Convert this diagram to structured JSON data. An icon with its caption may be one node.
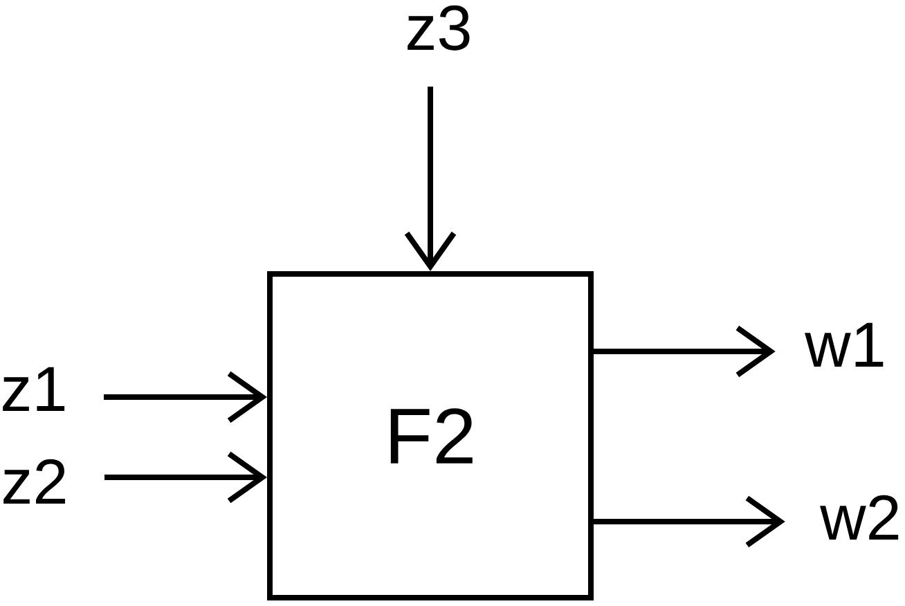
{
  "diagram": {
    "nodes": [
      {
        "text": [
          "z3"
        ]
      },
      {
        "text": [
          "F2"
        ]
      },
      {
        "text": [
          "z1"
        ]
      },
      {
        "text": [
          "z2"
        ]
      },
      {
        "text": [
          "w1"
        ]
      },
      {
        "text": [
          "w2"
        ]
      }
    ],
    "edges": [
      {
        "from": 0,
        "to": 1,
        "arrow": "to"
      },
      {
        "from": 2,
        "to": 1,
        "arrow": "to"
      },
      {
        "from": 3,
        "to": 1,
        "arrow": "to"
      },
      {
        "from": 1,
        "to": 4,
        "arrow": "to"
      },
      {
        "from": 1,
        "to": 5,
        "arrow": "to"
      }
    ]
  }
}
